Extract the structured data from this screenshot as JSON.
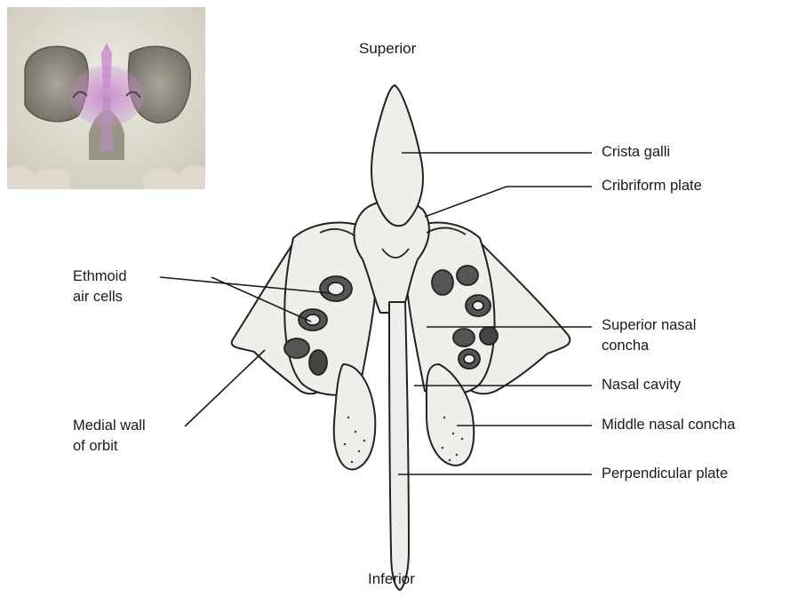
{
  "orientation": {
    "top": "Superior",
    "bottom": "Inferior"
  },
  "labels": {
    "crista_galli": "Crista galli",
    "cribriform_plate": "Cribriform plate",
    "ethmoid_air_cells_line1": "Ethmoid",
    "ethmoid_air_cells_line2": "air cells",
    "superior_nasal_concha_line1": "Superior nasal",
    "superior_nasal_concha_line2": "concha",
    "nasal_cavity": "Nasal cavity",
    "middle_nasal_concha": "Middle nasal concha",
    "medial_wall_line1": "Medial wall",
    "medial_wall_line2": "of orbit",
    "perpendicular_plate": "Perpendicular plate"
  },
  "colors": {
    "bone_fill": "#efeeea",
    "bone_outline": "#222222",
    "skull_thumbnail": "#d9d5c7",
    "ethmoid_highlight": "#c77fc8",
    "leader_lines": "#1a1a1a"
  }
}
